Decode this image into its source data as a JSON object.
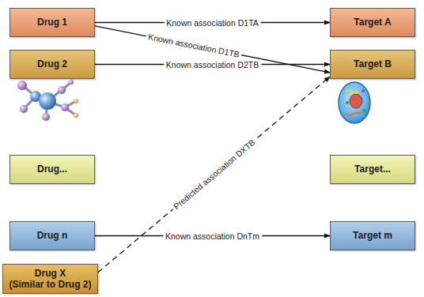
{
  "diagram": {
    "nodes": [
      {
        "text": [
          "Drug 1"
        ]
      },
      {
        "text": [
          "Target A"
        ]
      },
      {
        "text": [
          "Drug 2"
        ]
      },
      {
        "text": [
          "Target B"
        ]
      },
      {
        "text": [
          "Drug..."
        ]
      },
      {
        "text": [
          "Target..."
        ]
      },
      {
        "text": [
          "Drug n"
        ]
      },
      {
        "text": [
          "Target m"
        ]
      },
      {
        "text": [
          "Drug X",
          "(Similar to Drug 2)"
        ]
      }
    ],
    "edges": [
      {
        "from": 0,
        "to": 1,
        "arrow": "to",
        "label": "Known association D1TA"
      },
      {
        "from": 0,
        "to": 3,
        "arrow": "to",
        "label": "Known association D1TB"
      },
      {
        "from": 2,
        "to": 3,
        "arrow": "to",
        "label": "Known association D2TB"
      },
      {
        "from": 6,
        "to": 7,
        "arrow": "to",
        "label": "Known association DnTm"
      },
      {
        "from": 8,
        "to": 3,
        "arrow": "to",
        "label": "Predicted association DXTB"
      }
    ]
  }
}
